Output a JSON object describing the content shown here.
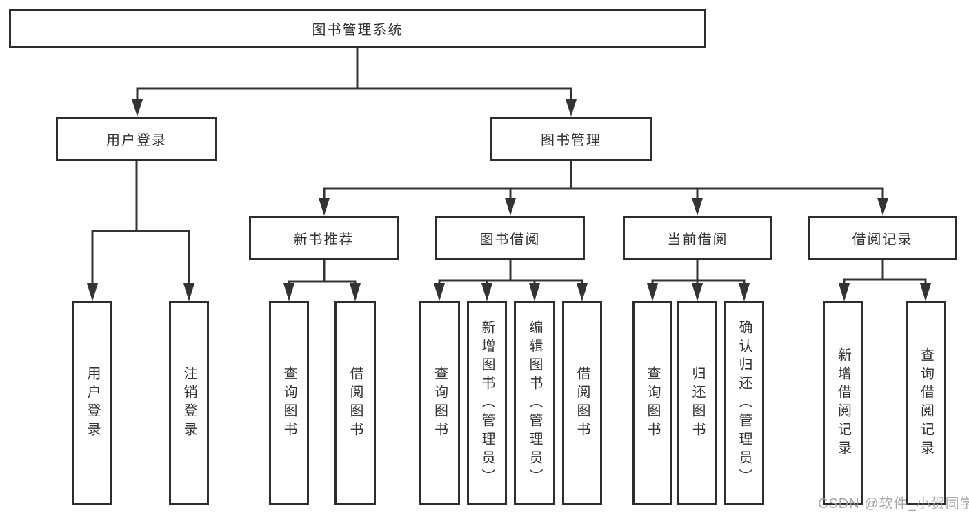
{
  "diagram": {
    "type": "hierarchy",
    "root": {
      "label": "图书管理系统"
    },
    "children": [
      {
        "label": "用户登录",
        "children": [
          {
            "label": "用户登录"
          },
          {
            "label": "注销登录"
          }
        ]
      },
      {
        "label": "图书管理",
        "children": [
          {
            "label": "新书推荐",
            "children": [
              {
                "label": "查询图书"
              },
              {
                "label": "借阅图书"
              }
            ]
          },
          {
            "label": "图书借阅",
            "children": [
              {
                "label": "查询图书"
              },
              {
                "label": "新增图书（管理员）"
              },
              {
                "label": "编辑图书（管理员）"
              },
              {
                "label": "借阅图书"
              }
            ]
          },
          {
            "label": "当前借阅",
            "children": [
              {
                "label": "查询图书"
              },
              {
                "label": "归还图书"
              },
              {
                "label": "确认归还（管理员）"
              }
            ]
          },
          {
            "label": "借阅记录",
            "children": [
              {
                "label": "新增借阅记录"
              },
              {
                "label": "查询借阅记录"
              }
            ]
          }
        ]
      }
    ]
  },
  "watermark": {
    "text": "CSDN @软件_小贺同学"
  },
  "colors": {
    "line": "#333333",
    "box_border": "#2d2d2d",
    "text": "#333333",
    "watermark": "#9f9f9f",
    "background": "#ffffff"
  }
}
